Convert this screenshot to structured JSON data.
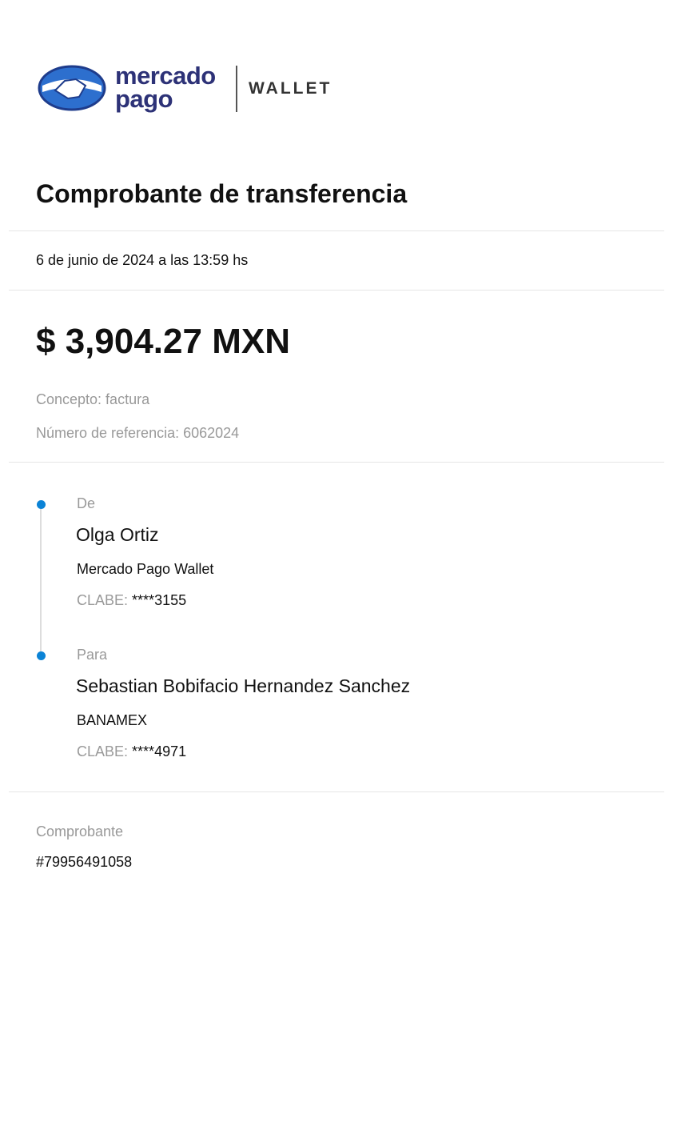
{
  "header": {
    "brand_line1": "mercado",
    "brand_line2": "pago",
    "product": "WALLET"
  },
  "title": "Comprobante de transferencia",
  "date": "6 de junio de 2024 a las 13:59 hs",
  "amount": "$ 3,904.27 MXN",
  "concept": "Concepto: factura",
  "reference": "Número de referencia: 6062024",
  "from": {
    "label": "De",
    "name": "Olga Ortiz",
    "bank": "Mercado Pago Wallet",
    "clabe_label": "CLABE:",
    "clabe_value": "****3155"
  },
  "to": {
    "label": "Para",
    "name": "Sebastian Bobifacio Hernandez Sanchez",
    "bank": "BANAMEX",
    "clabe_label": "CLABE:",
    "clabe_value": "****4971"
  },
  "receipt": {
    "label": "Comprobante",
    "number": "#79956491058"
  },
  "colors": {
    "brand": "#2d3277",
    "accent": "#0b83d6"
  }
}
